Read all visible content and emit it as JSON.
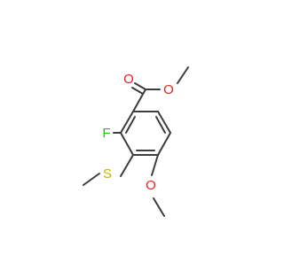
{
  "molecule": {
    "atoms": [
      {
        "id": "ester_O_double",
        "symbol": "O",
        "color": "#e8211a"
      },
      {
        "id": "ester_O_single",
        "symbol": "O",
        "color": "#e8211a"
      },
      {
        "id": "fluorine",
        "symbol": "F",
        "color": "#2eb82e"
      },
      {
        "id": "sulfur",
        "symbol": "S",
        "color": "#c8b400"
      },
      {
        "id": "methoxy_O",
        "symbol": "O",
        "color": "#e8211a"
      }
    ],
    "colors": {
      "bond": "#3c3c3c",
      "oxygen": "#e8211a",
      "fluorine": "#2eb82e",
      "sulfur": "#c8b400",
      "background": "#ffffff"
    }
  }
}
